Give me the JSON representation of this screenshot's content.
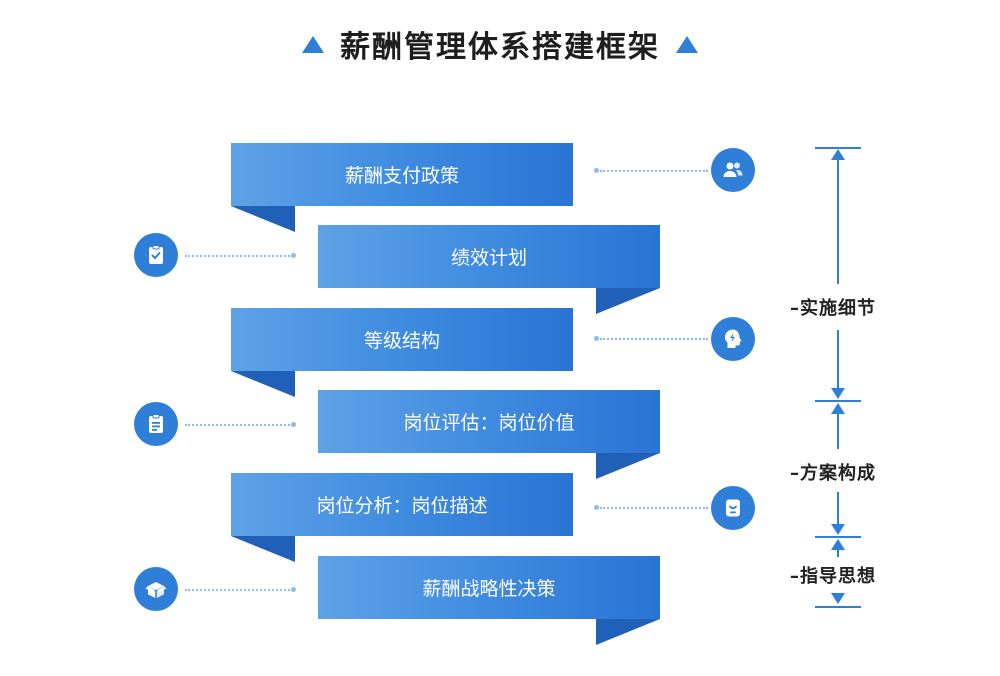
{
  "title": "薪酬管理体系搭建框架",
  "steps": [
    {
      "label": "薪酬支付政策",
      "icon": "users-icon"
    },
    {
      "label": "绩效计划",
      "icon": "clipboard-check-icon"
    },
    {
      "label": "等级结构",
      "icon": "head-lightning-icon"
    },
    {
      "label": "岗位评估：岗位价值",
      "icon": "clipboard-list-icon"
    },
    {
      "label": "岗位分析：岗位描述",
      "icon": "badge-face-icon"
    },
    {
      "label": "薪酬战略性决策",
      "icon": "open-box-icon"
    }
  ],
  "scale": {
    "implementation": "–实施细节",
    "plan": "–方案构成",
    "guiding": "–指导思想"
  },
  "colors": {
    "accent": "#2f7fd9",
    "ribbon_dark": "#2060b8"
  }
}
